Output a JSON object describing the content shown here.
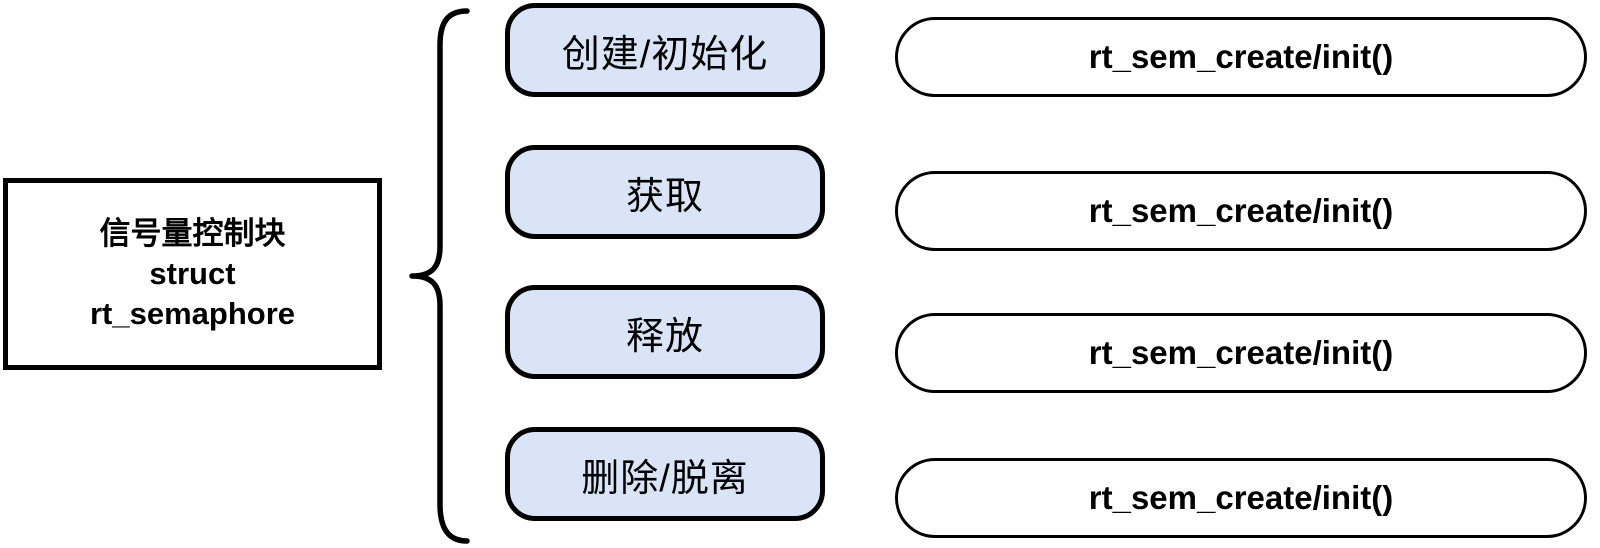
{
  "diagram": {
    "title_semantic": "semaphore-control-block-operations",
    "root": {
      "lines": [
        "信号量控制块",
        "struct",
        "rt_semaphore"
      ]
    },
    "rows": [
      {
        "operation": "创建/初始化",
        "api": "rt_sem_create/init()"
      },
      {
        "operation": "获取",
        "api": "rt_sem_create/init()"
      },
      {
        "operation": "释放",
        "api": "rt_sem_create/init()"
      },
      {
        "operation": "删除/脱离",
        "api": "rt_sem_create/init()"
      }
    ],
    "colors": {
      "background": "#ffffff",
      "outline": "#000000",
      "operation_fill": "#d9e5f6",
      "api_fill": "#ffffff",
      "text": "#000000"
    }
  }
}
